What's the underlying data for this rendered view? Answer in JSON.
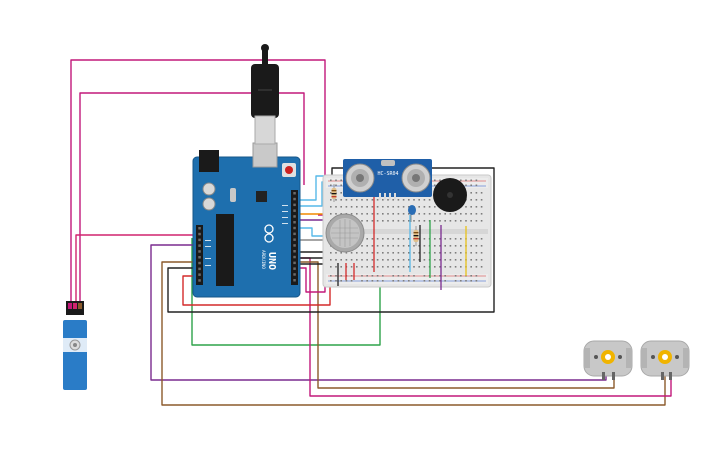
{
  "arduino": {
    "logo_text": "UNO",
    "brand_text": "ARDUINO"
  },
  "ultrasonic": {
    "label": "HC-SR04"
  },
  "colors": {
    "board_blue": "#1e6fae",
    "breadboard": "#e6e6e6",
    "wire_magenta": "#c2187a",
    "wire_purple": "#7a2b8f",
    "wire_brown": "#8b5a2b",
    "wire_green": "#2ea34a",
    "wire_red": "#d42a2a",
    "wire_black": "#222222",
    "wire_orange": "#f08a00",
    "wire_lightblue": "#57b9e8",
    "wire_yellow": "#e8c21a",
    "servo_blue": "#2a7cc7",
    "motor_gray": "#c8c8c8",
    "motor_shaft": "#f0b400"
  },
  "icons": [
    "usb-cable-icon",
    "servo-motor-icon",
    "dc-motor-icon",
    "buzzer-icon",
    "gas-sensor-icon",
    "led-icon",
    "resistor-icon"
  ]
}
